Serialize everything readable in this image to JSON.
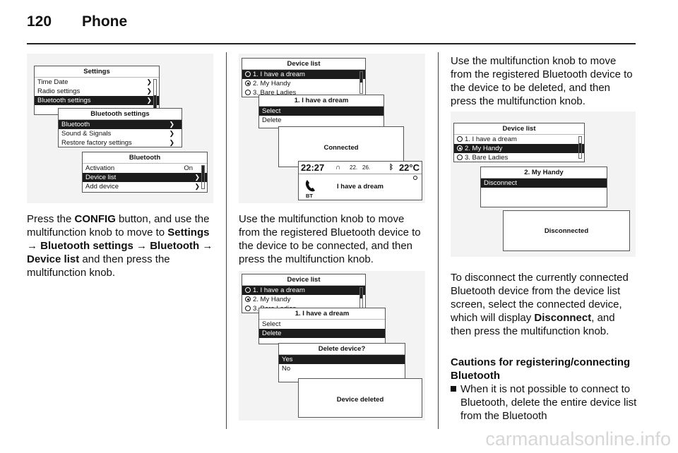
{
  "header": {
    "page_number": "120",
    "section": "Phone"
  },
  "fig1": {
    "settings": {
      "title": "Settings",
      "items": [
        "Time Date",
        "Radio settings",
        "Bluetooth settings"
      ]
    },
    "bt_settings": {
      "title": "Bluetooth settings",
      "items": [
        "Bluetooth",
        "Sound & Signals",
        "Restore factory settings"
      ]
    },
    "bluetooth": {
      "title": "Bluetooth",
      "items": [
        "Activation",
        "Device list",
        "Add device"
      ],
      "activation_value": "On"
    }
  },
  "col1": {
    "p1": "Press the ",
    "config": "CONFIG",
    "p2": " button, and use the multifunction knob to move to ",
    "settings": "Settings",
    "arrow": "→",
    "bt_settings": "Bluetooth settings",
    "bluetooth": "Bluetooth",
    "device_list": "Device list",
    "p3": " and then press the multifunction knob."
  },
  "fig2": {
    "device_list": {
      "title": "Device list",
      "items": [
        "1. I have a dream",
        "2. My Handy",
        "3. Bare Ladies"
      ]
    },
    "device_menu": {
      "title": "1. I have a dream",
      "items": [
        "Select",
        "Delete"
      ]
    },
    "connected": "Connected",
    "status": {
      "time": "22:27",
      "temp": "22°C",
      "tiny1": "22.",
      "tiny2": "26.",
      "device": "I have a dream",
      "bt": "BT"
    }
  },
  "col2": {
    "para": "Use the multifunction knob to move from the registered Bluetooth device to the device to be connected, and then press the multifunction knob."
  },
  "fig3": {
    "device_list": {
      "title": "Device list",
      "items": [
        "1. I have a dream",
        "2. My Handy",
        "3. Bare Ladies"
      ]
    },
    "device_menu": {
      "title": "1. I have a dream",
      "items": [
        "Select",
        "Delete"
      ]
    },
    "delete_dialog": {
      "title": "Delete device?",
      "items": [
        "Yes",
        "No"
      ]
    },
    "deleted": "Device deleted"
  },
  "col3": {
    "para1": "Use the multifunction knob to move from the registered Bluetooth device to the device to be deleted, and then press the multifunction knob.",
    "para2a": "To disconnect the currently connected Bluetooth device from the device list screen, select the connected device, which will display ",
    "disconnect": "Disconnect",
    "para2b": ", and then press the multifunction knob.",
    "heading": "Cautions for registering/connecting Bluetooth",
    "bullet1": "When it is not possible to connect to Bluetooth, delete the entire device list from the Bluetooth"
  },
  "fig4": {
    "device_list": {
      "title": "Device list",
      "items": [
        "1. I have a dream",
        "2. My Handy",
        "3. Bare Ladies"
      ]
    },
    "handy_menu": {
      "title": "2. My Handy",
      "items": [
        "Disconnect"
      ]
    },
    "disconnected": "Disconnected"
  },
  "watermark": "carmanualsonline.info"
}
